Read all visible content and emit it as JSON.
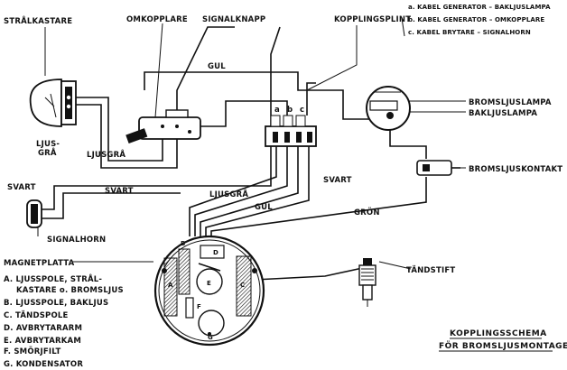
{
  "components": {
    "headlamp": "STRÅLKASTARE",
    "switch": "OMKOPPLARE",
    "signal_button": "SIGNALKNAPP",
    "terminal_block": "KOPPLINGSPLINT",
    "brake_lamp": "BROMSLJUSLAMPA",
    "tail_lamp": "BAKLJUSLAMPA",
    "brake_switch": "BROMSLJUSKONTAKT",
    "horn": "SIGNALHORN",
    "spark_plug": "TÄNDSTIFT",
    "magneto": "MAGNETPLATTA"
  },
  "wire_labels": {
    "gul_top": "GUL",
    "ljusgra_headlamp_1": "LJUS-",
    "ljusgra_headlamp_2": "GRÅ",
    "ljusgra_switch": "LJUSGRÅ",
    "svart_left": "SVART",
    "svart_mid": "SVART",
    "svart_right": "SVART",
    "ljusgra_mid": "LJUSGRÅ",
    "gul_mid": "GUL",
    "gron": "GRÖN"
  },
  "terminal_letters": [
    "a",
    "b",
    "c"
  ],
  "terminal_legend": [
    "a. KABEL GENERATOR – BAKLJUSLAMPA",
    "b. KABEL GENERATOR – OMKOPPLARE",
    "c. KABEL BRYTARE – SIGNALHORN"
  ],
  "magneto_legend": [
    "A. LJUSSPOLE, STRÅL-",
    "KASTARE o. BROMSLJUS",
    "B. LJUSSPOLE, BAKLJUS",
    "C. TÄNDSPOLE",
    "D. AVBRYTARARM",
    "E. AVBRYTARKAM",
    "F. SMÖRJFILT",
    "G. KONDENSATOR"
  ],
  "magneto_letters": [
    "A",
    "B",
    "C",
    "D",
    "E",
    "F",
    "G"
  ],
  "title": [
    "KOPPLINGSSCHEMA",
    "FÖR BROMSLJUSMONTAGE"
  ]
}
